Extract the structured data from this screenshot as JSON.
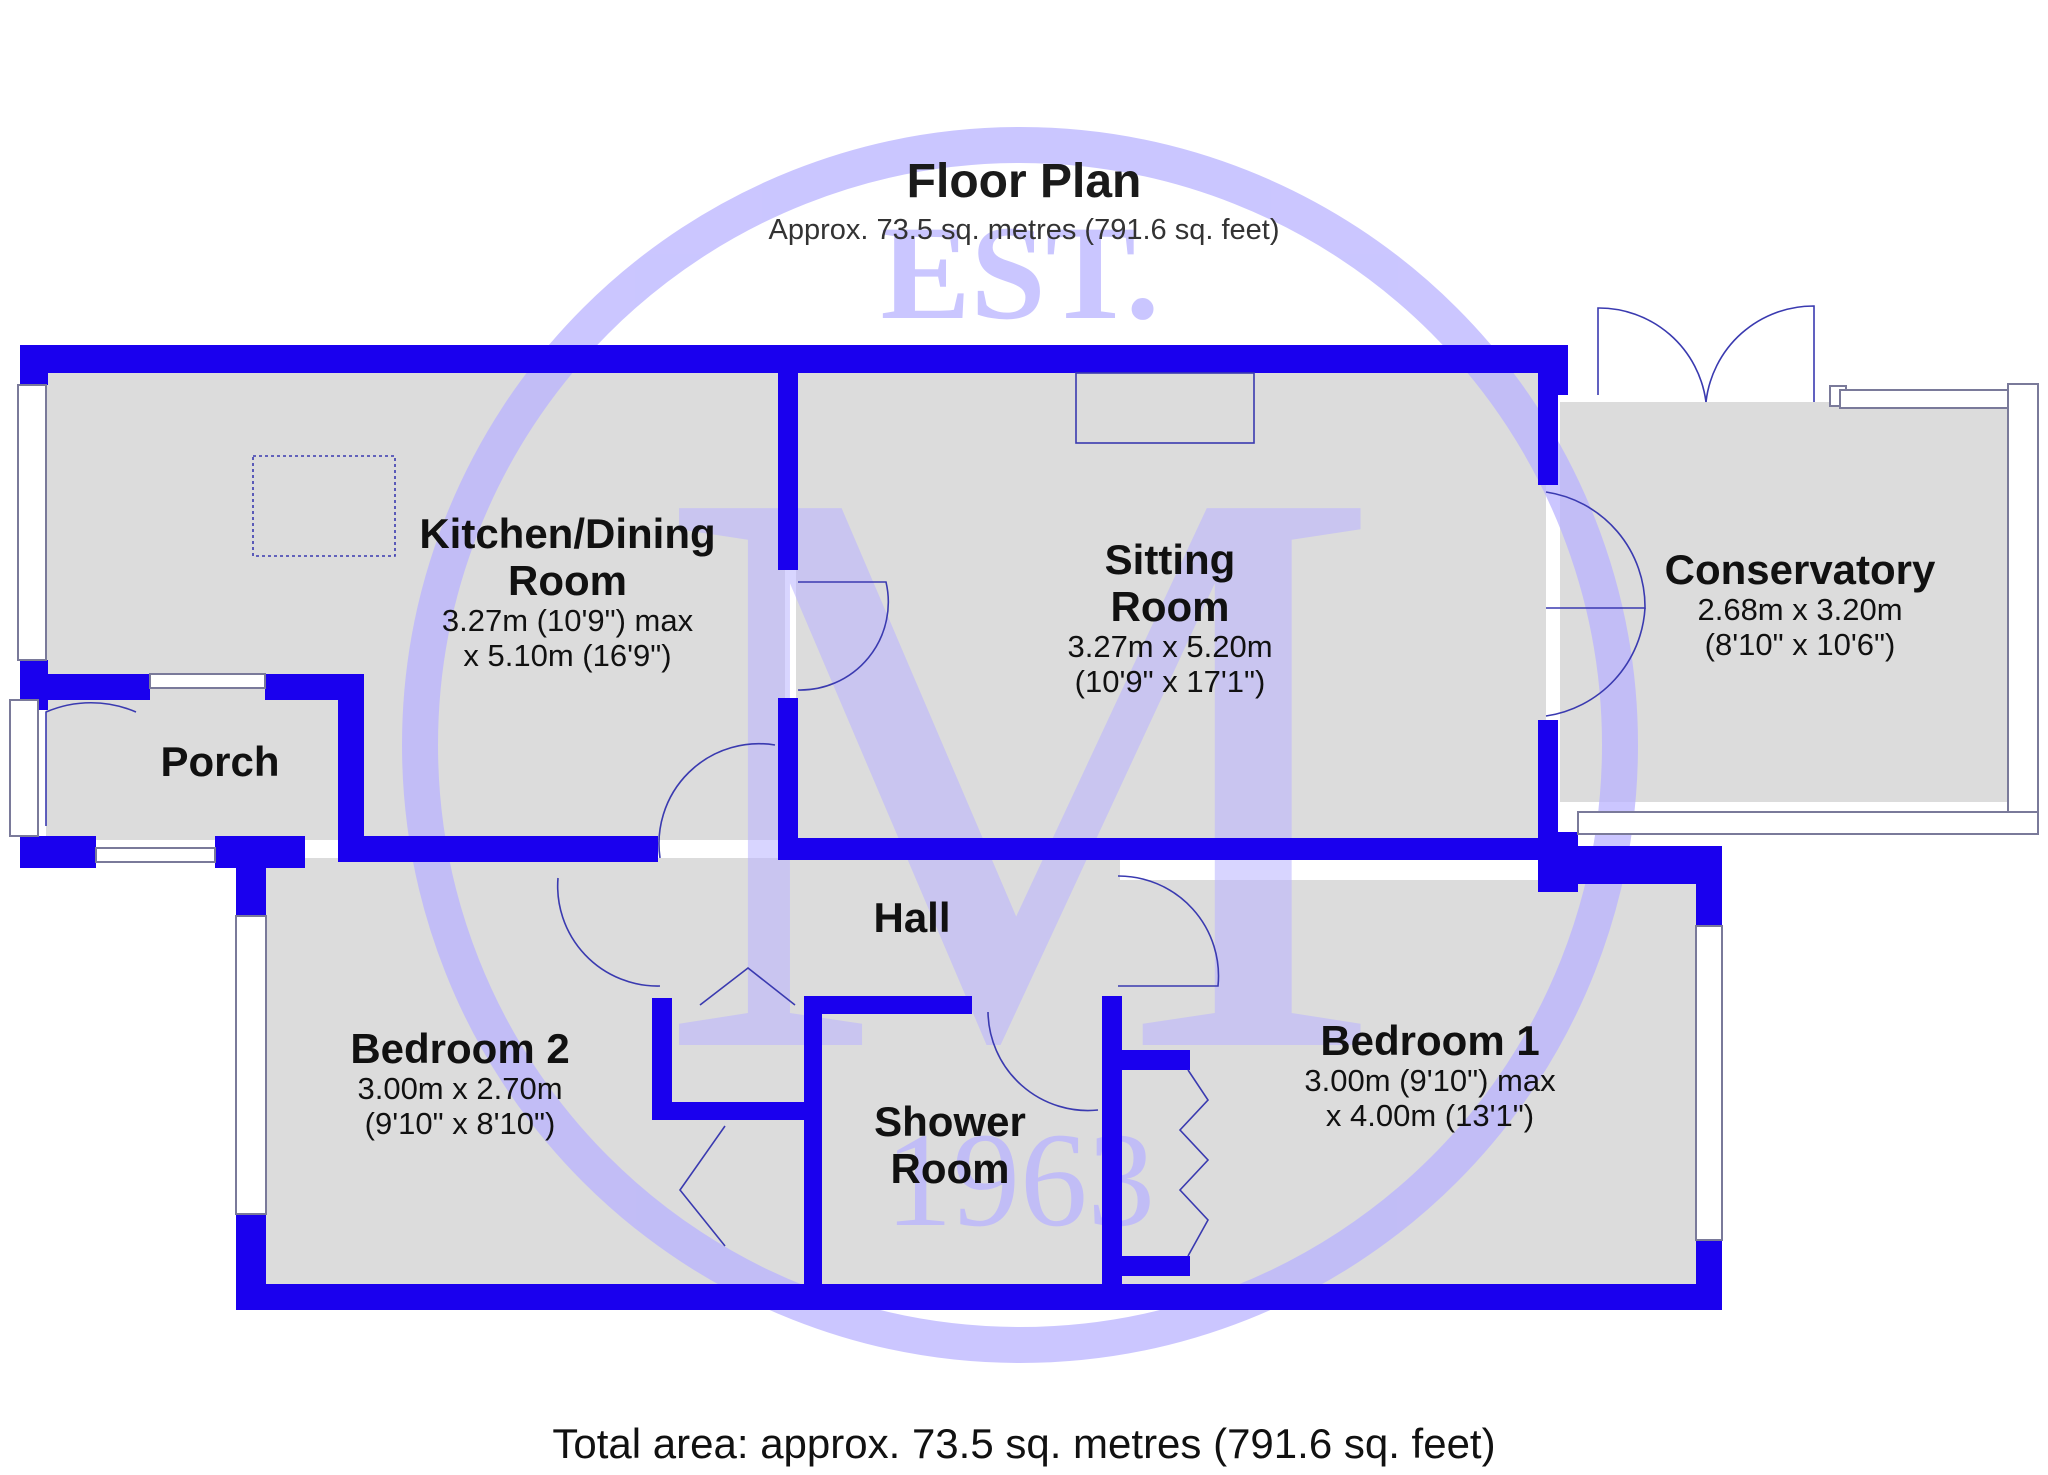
{
  "header": {
    "title": "Floor Plan",
    "subtitle": "Approx. 73.5 sq. metres (791.6 sq. feet)"
  },
  "footer": {
    "total": "Total area: approx. 73.5 sq. metres (791.6 sq. feet)"
  },
  "watermark": {
    "top_text": "EST.",
    "letter": "M",
    "bottom_text": "1963"
  },
  "rooms": {
    "kitchen": {
      "name_line1": "Kitchen/Dining",
      "name_line2": "Room",
      "dim_line1": "3.27m (10'9\") max",
      "dim_line2": "x 5.10m (16'9\")"
    },
    "sitting": {
      "name_line1": "Sitting",
      "name_line2": "Room",
      "dim_line1": "3.27m x 5.20m",
      "dim_line2": "(10'9\" x 17'1\")"
    },
    "conservatory": {
      "name": "Conservatory",
      "dim_line1": "2.68m x 3.20m",
      "dim_line2": "(8'10\" x 10'6\")"
    },
    "porch": {
      "name": "Porch"
    },
    "hall": {
      "name": "Hall"
    },
    "bedroom2": {
      "name": "Bedroom 2",
      "dim_line1": "3.00m x 2.70m",
      "dim_line2": "(9'10\" x 8'10\")"
    },
    "shower": {
      "name_line1": "Shower",
      "name_line2": "Room"
    },
    "bedroom1": {
      "name": "Bedroom 1",
      "dim_line1": "3.00m (9'10\") max",
      "dim_line2": "x 4.00m (13'1\")"
    }
  },
  "colors": {
    "wall": "#1a00ee",
    "floor": "#dcdcdc",
    "watermark": "#b9b3ff"
  }
}
